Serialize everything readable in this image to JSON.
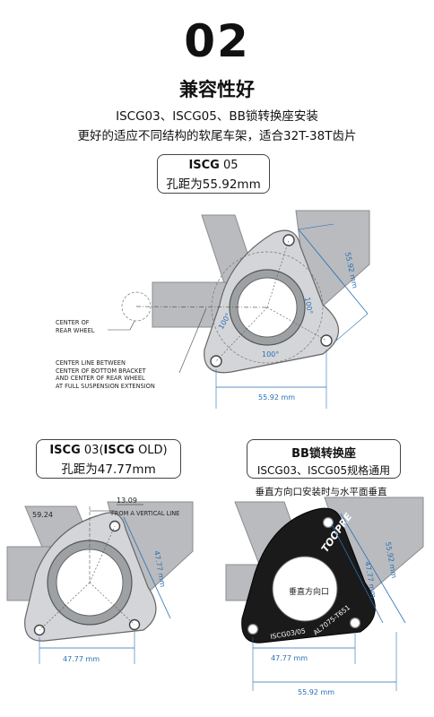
{
  "header": {
    "number": "02",
    "title": "兼容性好",
    "line1": "ISCG03、ISCG05、BB锁转换座安装",
    "line2": "更好的适应不同结构的软尾车架，适合32T-38T齿片"
  },
  "iscg05": {
    "brand": "ISCG",
    "version": " 05",
    "spacing": "孔距为55.92mm",
    "dim_vertical": "55.92 mm",
    "dim_horizontal": "55.92 mm",
    "angle_a": "100°",
    "angle_b": "100°",
    "angle_c": "100°",
    "note_center": "CENTER OF\nREAR WHEEL",
    "note_line": "CENTER LINE BETWEEN\nCENTER OF BOTTOM BRACKET\nAND CENTER OF REAR WHEEL\nAT FULL SUSPENSION EXTENSION"
  },
  "iscg03": {
    "brand": "ISCG",
    "version": " 03(",
    "brand2": "ISCG",
    "version2": " OLD)",
    "spacing": "孔距为47.77mm",
    "angle": "59.24",
    "offset": "13.09",
    "offset_note": "FROM A VERTICAL LINE",
    "dim_vertical": "47.77 mm",
    "dim_horizontal": "47.77 mm"
  },
  "bb": {
    "title": "BB锁转换座",
    "subtitle": "ISCG03、ISCG05规格通用",
    "note": "垂直方向口安装时与水平面垂直",
    "inner_label": "垂直方向口",
    "brand_text": "TOOPRE",
    "model_text": "AL7075-T651",
    "spec_text": "ISCG03/05",
    "dim_v_outer": "55.92 mm",
    "dim_v_inner": "47.77 mm",
    "dim_h_inner": "47.77 mm",
    "dim_h_outer": "55.92 mm"
  },
  "colors": {
    "dimension": "#2a6fb4",
    "tube_gray": "#b9bbbe",
    "plate_black": "#1a1a1a"
  }
}
